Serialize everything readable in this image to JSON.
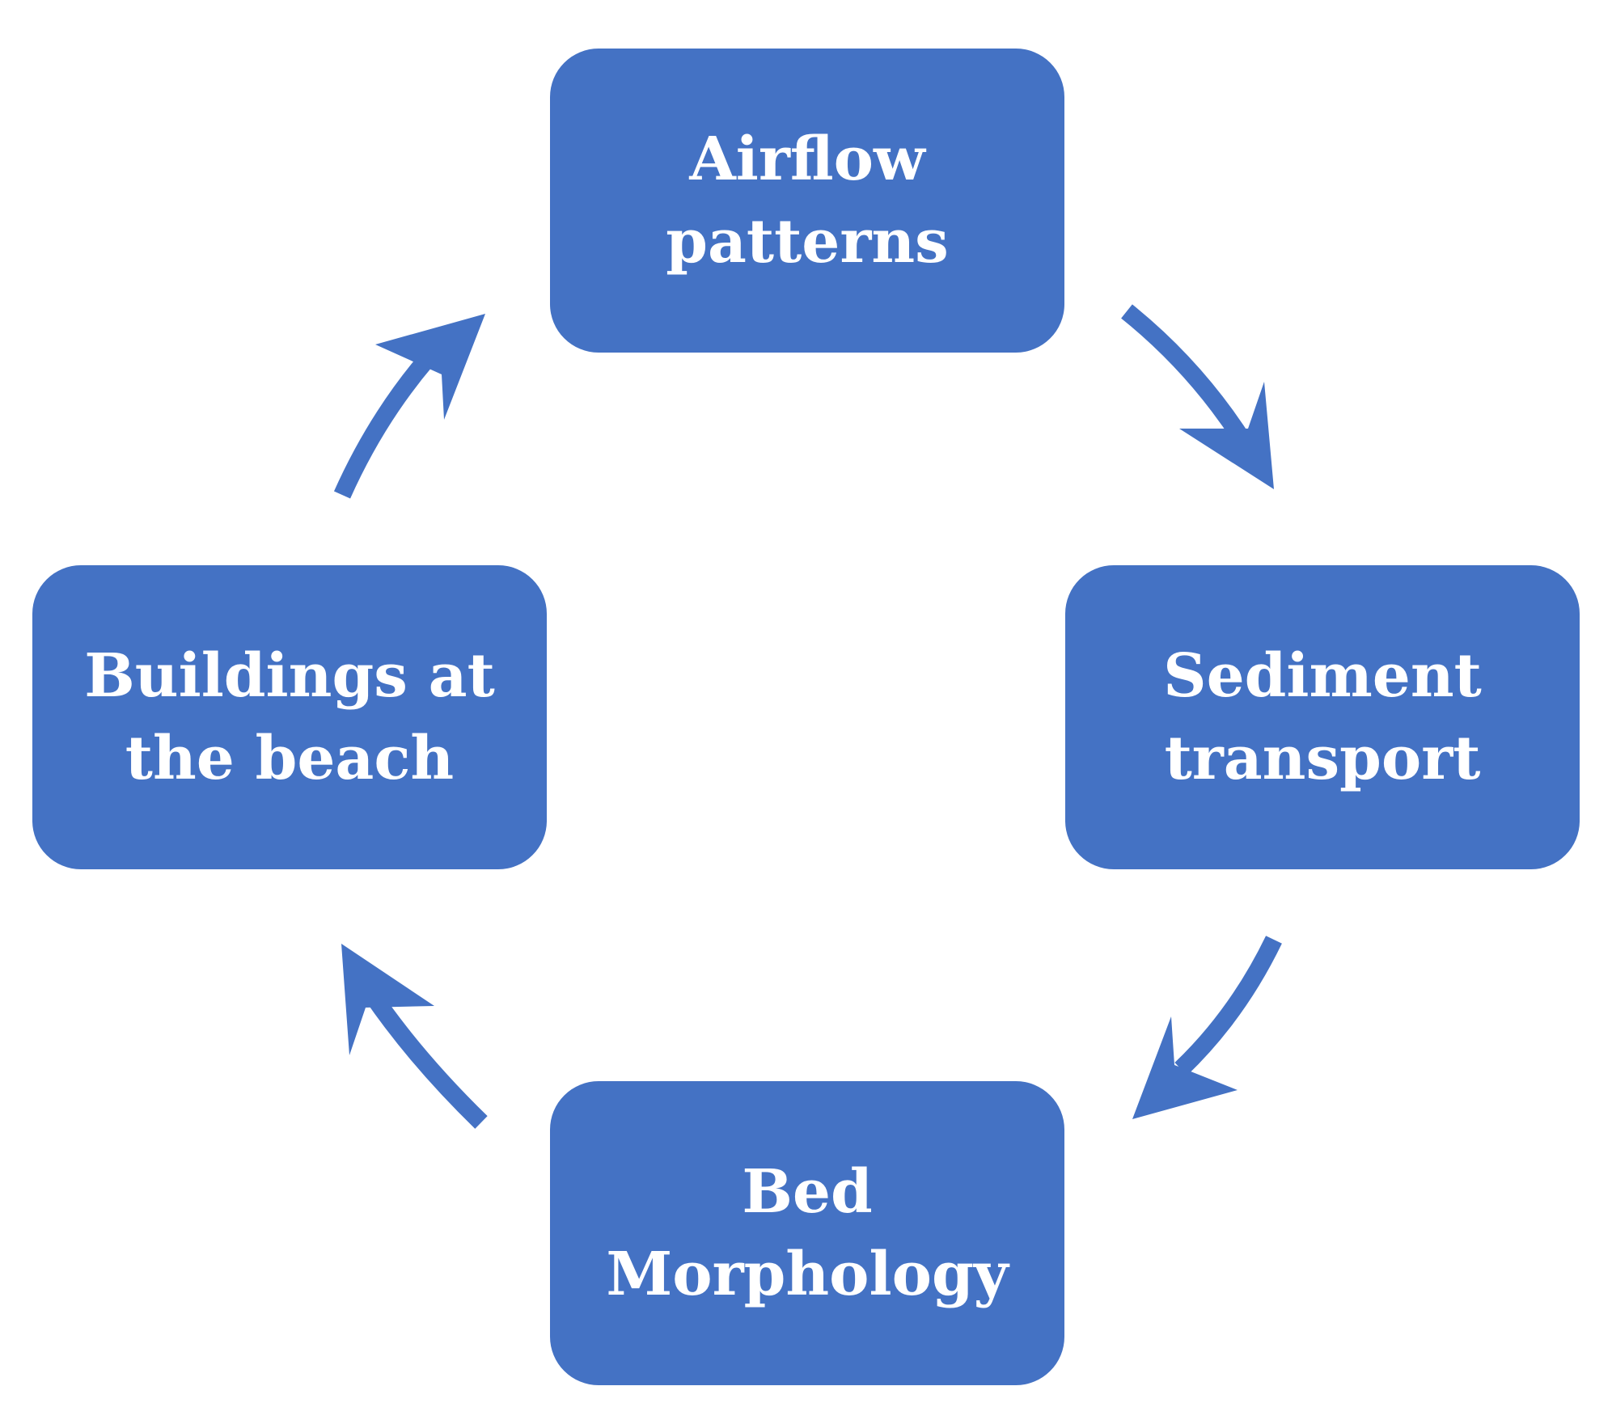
{
  "diagram": {
    "color": "#4472C4",
    "nodes": {
      "top": {
        "lines": [
          "Airflow",
          "patterns"
        ]
      },
      "right": {
        "lines": [
          "Sediment",
          "transport"
        ]
      },
      "bottom": {
        "lines": [
          "Bed",
          "Morphology"
        ]
      },
      "left": {
        "lines": [
          "Buildings at",
          "the beach"
        ]
      }
    },
    "flow": [
      "top",
      "right",
      "bottom",
      "left"
    ]
  }
}
